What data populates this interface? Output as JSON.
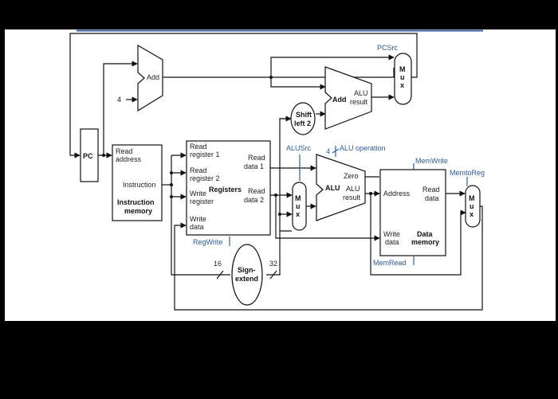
{
  "components": {
    "pc": "PC",
    "add_top": "Add",
    "four": "4",
    "instruction_memory": {
      "read_address": [
        "Read",
        "address"
      ],
      "instruction": "Instruction",
      "title": [
        "Instruction",
        "memory"
      ]
    },
    "registers": {
      "read_register_1": [
        "Read",
        "register 1"
      ],
      "read_register_2": [
        "Read",
        "register 2"
      ],
      "write_register": [
        "Write",
        "register"
      ],
      "write_data": [
        "Write",
        "data"
      ],
      "read_data_1": [
        "Read",
        "data 1"
      ],
      "read_data_2": [
        "Read",
        "data 2"
      ],
      "title": "Registers"
    },
    "sign_extend": {
      "title": [
        "Sign-",
        "extend"
      ],
      "in_bits": "16",
      "out_bits": "32"
    },
    "shift_left": [
      "Shift",
      "left 2"
    ],
    "add_alu": {
      "add": "Add",
      "alu_result": [
        "ALU",
        "result"
      ]
    },
    "alu": {
      "title": "ALU",
      "zero": "Zero",
      "alu_result": [
        "ALU",
        "result"
      ]
    },
    "alu_op_bits": "4",
    "data_memory": {
      "address": "Address",
      "read_data": [
        "Read",
        "data"
      ],
      "write_data": [
        "Write",
        "data"
      ],
      "title": [
        "Data",
        "memory"
      ]
    },
    "mux_letters": [
      "M",
      "u",
      "x"
    ]
  },
  "control_signals": {
    "pcsrc": "PCSrc",
    "alusrc": "ALUSrc",
    "alu_operation": "ALU operation",
    "memwrite": "MemWrite",
    "memtoreg": "MemtoReg",
    "memread": "MemRead",
    "regwrite": "RegWrite"
  }
}
